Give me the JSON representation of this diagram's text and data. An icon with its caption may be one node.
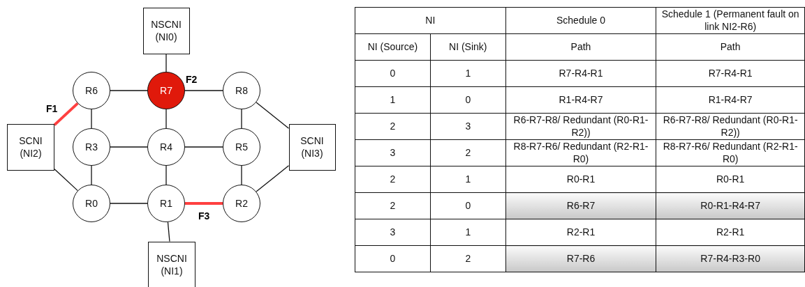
{
  "diagram": {
    "nodes": [
      {
        "text": [
          "NSCNI (NI0)"
        ]
      },
      {
        "text": [
          "R6"
        ]
      },
      {
        "text": [
          "R7"
        ],
        "beside": [
          "F2"
        ]
      },
      {
        "text": [
          "R8"
        ]
      },
      {
        "text": [
          "SCNI (NI2)"
        ]
      },
      {
        "text": [
          "R3"
        ]
      },
      {
        "text": [
          "R4"
        ]
      },
      {
        "text": [
          "R5"
        ]
      },
      {
        "text": [
          "SCNI (NI3)"
        ]
      },
      {
        "text": [
          "R0"
        ]
      },
      {
        "text": [
          "R1"
        ]
      },
      {
        "text": [
          "R2"
        ]
      },
      {
        "text": [
          "NSCNI (NI1)"
        ]
      }
    ],
    "edges": [
      {
        "from": 0,
        "to": 2,
        "arrow": "none"
      },
      {
        "from": 1,
        "to": 2,
        "arrow": "none"
      },
      {
        "from": 2,
        "to": 3,
        "arrow": "none"
      },
      {
        "from": 4,
        "to": 1,
        "arrow": "none",
        "label": "F1",
        "style": "thick",
        "color": "#ff4040"
      },
      {
        "from": 1,
        "to": 5,
        "arrow": "none"
      },
      {
        "from": 2,
        "to": 6,
        "arrow": "none"
      },
      {
        "from": 3,
        "to": 7,
        "arrow": "none"
      },
      {
        "from": 5,
        "to": 6,
        "arrow": "none"
      },
      {
        "from": 6,
        "to": 7,
        "arrow": "none"
      },
      {
        "from": 3,
        "to": 8,
        "arrow": "none"
      },
      {
        "from": 4,
        "to": 9,
        "arrow": "none"
      },
      {
        "from": 5,
        "to": 9,
        "arrow": "none"
      },
      {
        "from": 6,
        "to": 10,
        "arrow": "none"
      },
      {
        "from": 7,
        "to": 11,
        "arrow": "none"
      },
      {
        "from": 8,
        "to": 11,
        "arrow": "none"
      },
      {
        "from": 9,
        "to": 10,
        "arrow": "none"
      },
      {
        "from": 10,
        "to": 11,
        "arrow": "none",
        "label": "F3",
        "style": "thick",
        "color": "#ff4040"
      },
      {
        "from": 10,
        "to": 12,
        "arrow": "none"
      }
    ],
    "labels": [
      "NI",
      "Schedule 0",
      "Schedule 1 (Permanent fault on link NI2-R6)",
      "NI (Source)",
      "NI (Sink)",
      "Path",
      "Path",
      "0",
      "1",
      "R7-R4-R1",
      "R7-R4-R1",
      "1",
      "0",
      "R1-R4-R7",
      "R1-R4-R7",
      "2",
      "3",
      "R6-R7-R8/ Redundant (R0-R1-R2))",
      "R6-R7-R8/ Redundant (R0-R1-R2))",
      "3",
      "2",
      "R8-R7-R6/ Redundant (R2-R1-R0)",
      "R8-R7-R6/ Redundant (R2-R1-R0)",
      "2",
      "1",
      "R0-R1",
      "R0-R1",
      "2",
      "0",
      "R6-R7",
      "R0-R1-R4-R7",
      "3",
      "1",
      "R2-R1",
      "R2-R1",
      "0",
      "2",
      "R7-R6",
      "R7-R4-R3-R0"
    ]
  }
}
